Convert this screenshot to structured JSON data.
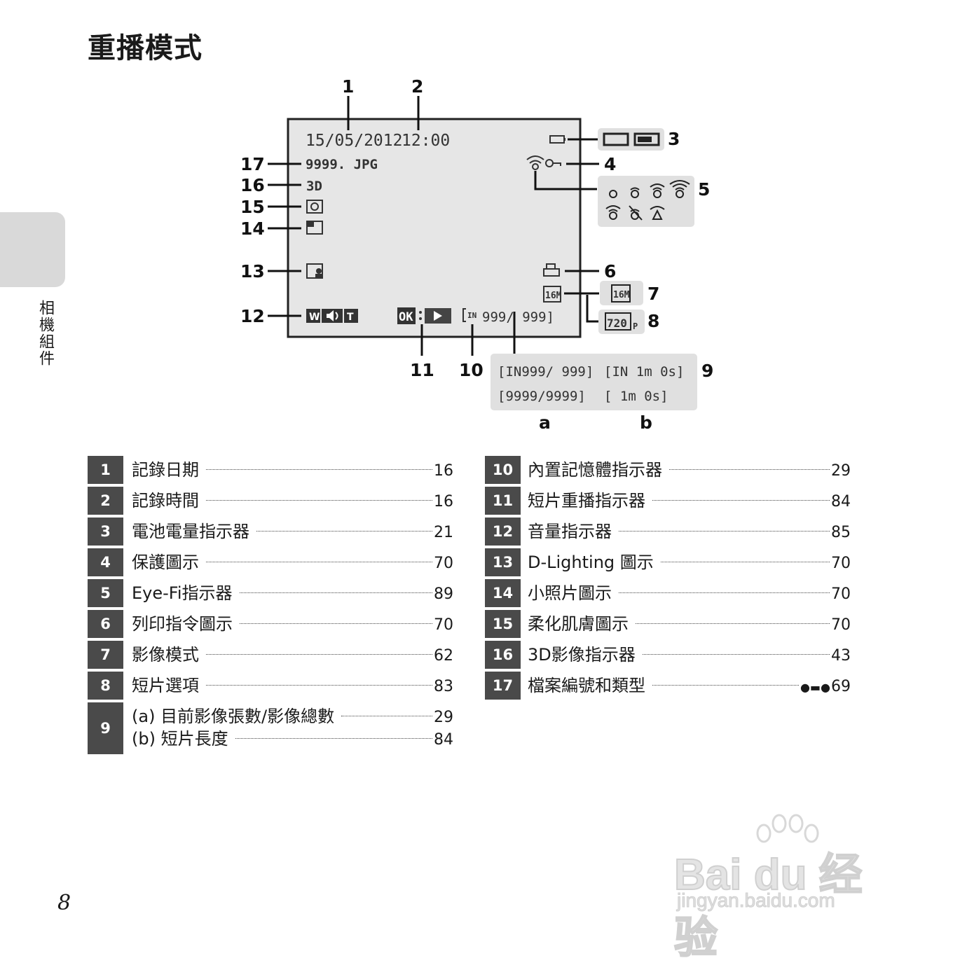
{
  "title": "重播模式",
  "side_label": "相機組件",
  "page_number": "8",
  "diagram": {
    "date": "15/05/2012",
    "time": "12:00",
    "file_name": "9999. JPG",
    "three_d": "3D",
    "ok": "OK",
    "memory_tag": "IN",
    "counter": "999/  999]",
    "image_mode": "16M",
    "movie_option": "720",
    "movie_option_suffix": "P",
    "option_9_row1_a": "[IN999/  999]",
    "option_9_row1_b": "[IN   1m 0s]",
    "option_9_row2_a": "[9999/9999]",
    "option_9_row2_b": "[    1m 0s]",
    "sub_a": "a",
    "sub_b": "b",
    "volume_w": "W",
    "volume_t": "T",
    "callouts": [
      "1",
      "2",
      "3",
      "4",
      "5",
      "6",
      "7",
      "8",
      "9",
      "10",
      "11",
      "12",
      "13",
      "14",
      "15",
      "16",
      "17"
    ]
  },
  "legend_left": [
    {
      "num": "1",
      "label": "記錄日期",
      "page": "16"
    },
    {
      "num": "2",
      "label": "記錄時間",
      "page": "16"
    },
    {
      "num": "3",
      "label": "電池電量指示器",
      "page": "21"
    },
    {
      "num": "4",
      "label": "保護圖示",
      "page": "70"
    },
    {
      "num": "5",
      "label": "Eye-Fi指示器",
      "page": "89"
    },
    {
      "num": "6",
      "label": "列印指令圖示",
      "page": "70"
    },
    {
      "num": "7",
      "label": "影像模式",
      "page": "62"
    },
    {
      "num": "8",
      "label": "短片選項",
      "page": "83"
    },
    {
      "num": "9",
      "label_a": "(a)  目前影像張數/影像總數",
      "page_a": "29",
      "label_b": "(b)  短片長度",
      "page_b": "84"
    }
  ],
  "legend_right": [
    {
      "num": "10",
      "label": "內置記憶體指示器",
      "page": "29"
    },
    {
      "num": "11",
      "label": "短片重播指示器",
      "page": "84"
    },
    {
      "num": "12",
      "label": "音量指示器",
      "page": "85"
    },
    {
      "num": "13",
      "label": "D-Lighting 圖示",
      "page": "70"
    },
    {
      "num": "14",
      "label": "小照片圖示",
      "page": "70"
    },
    {
      "num": "15",
      "label": "柔化肌膚圖示",
      "page": "70"
    },
    {
      "num": "16",
      "label": "3D影像指示器",
      "page": "43"
    },
    {
      "num": "17",
      "label": "檔案編號和類型",
      "page": "69",
      "page_icon": "reference-icon"
    }
  ],
  "watermark": {
    "line1": "Bai du 经验",
    "line2": "jingyan.baidu.com"
  }
}
